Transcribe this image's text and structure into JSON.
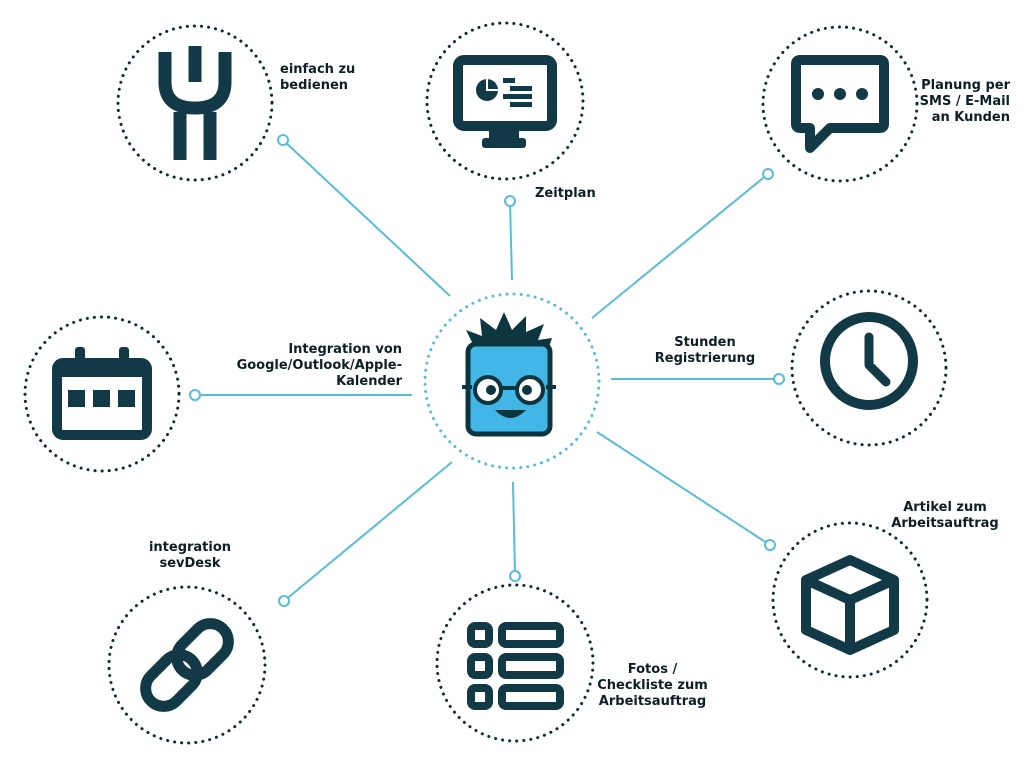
{
  "theme": {
    "accent": "#58bdd6",
    "icon": "#123a46",
    "text": "#0d1f24",
    "dots": "#0d2a33",
    "mascot_face": "#42b6e6"
  },
  "center": {
    "icon": "mascot-nerd-face"
  },
  "features": [
    {
      "id": "easy",
      "icon": "wrench-icon",
      "lines": [
        "einfach zu",
        "bedienen"
      ]
    },
    {
      "id": "schedule",
      "icon": "monitor-chart-icon",
      "lines": [
        "Zeitplan"
      ]
    },
    {
      "id": "sms",
      "icon": "chat-bubble-icon",
      "lines": [
        "Planung per",
        "SMS / E-Mail",
        "an Kunden"
      ]
    },
    {
      "id": "hours",
      "icon": "clock-icon",
      "lines": [
        "Stunden",
        "Registrierung"
      ]
    },
    {
      "id": "articles",
      "icon": "box-icon",
      "lines": [
        "Artikel zum",
        "Arbeitsauftrag"
      ]
    },
    {
      "id": "photos",
      "icon": "checklist-icon",
      "lines": [
        "Fotos /",
        "Checkliste zum",
        "Arbeitsauftrag"
      ]
    },
    {
      "id": "sevdesk",
      "icon": "link-icon",
      "lines": [
        "integration",
        "sevDesk"
      ]
    },
    {
      "id": "calendar",
      "icon": "calendar-icon",
      "lines": [
        "Integration von",
        "Google/Outlook/Apple-",
        "Kalender"
      ]
    }
  ]
}
